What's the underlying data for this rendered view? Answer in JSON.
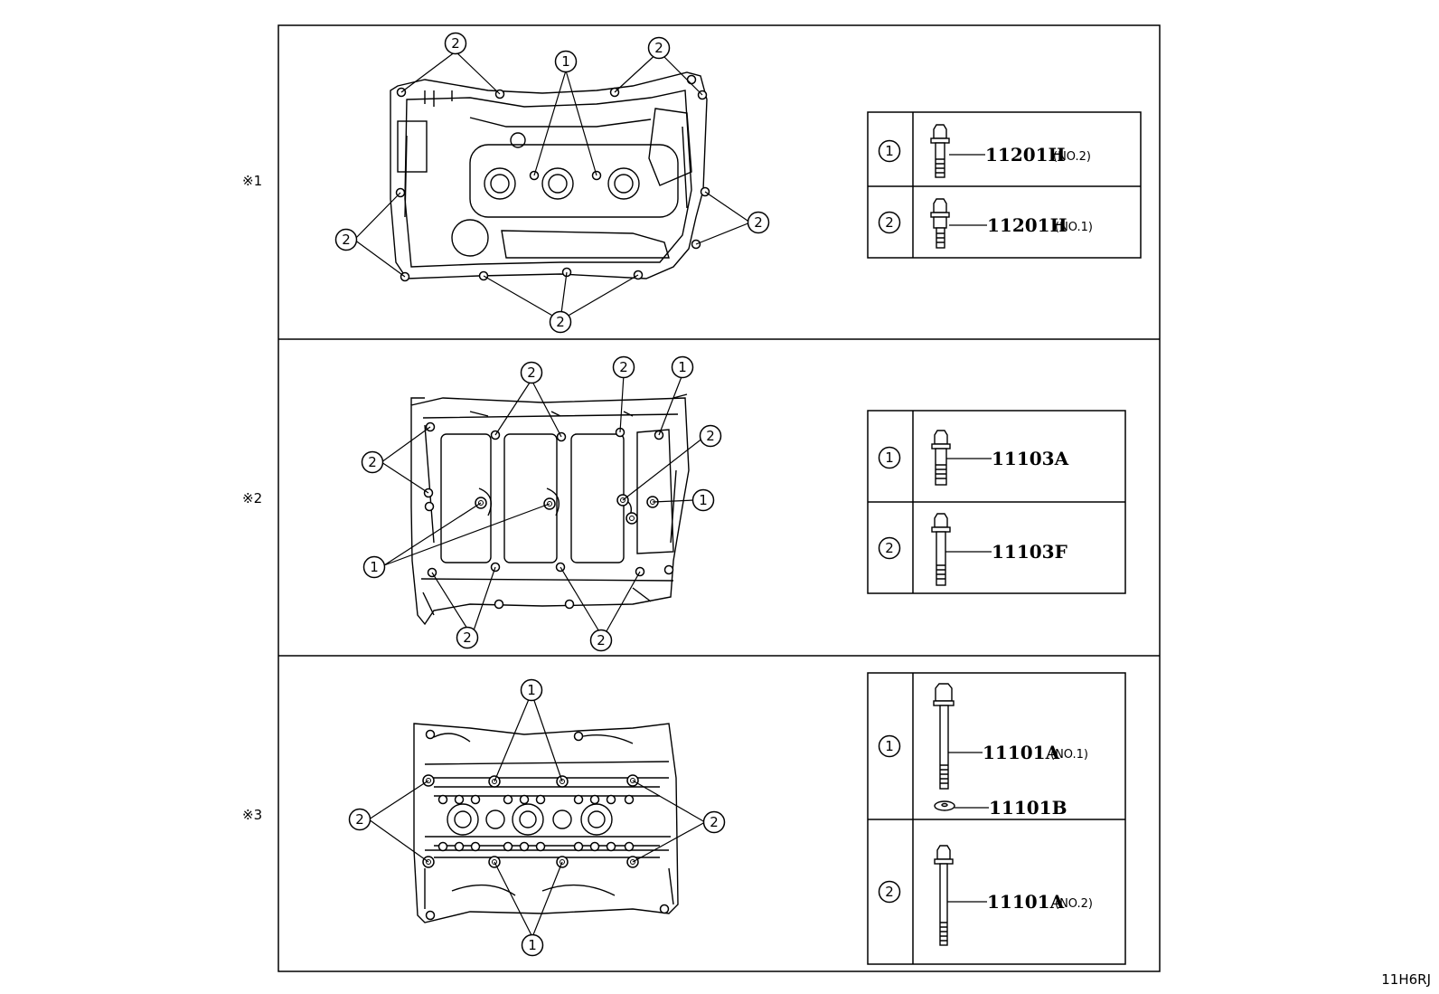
{
  "figure_code": "11H6RJ",
  "sections": [
    {
      "marker": "※1",
      "callout_label_1": "1",
      "callout_label_2": "2",
      "bolts": [
        {
          "index": "1",
          "part": "11201H",
          "suffix": "(NO.2)"
        },
        {
          "index": "2",
          "part": "11201H",
          "suffix": "(NO.1)"
        }
      ]
    },
    {
      "marker": "※2",
      "callout_label_1": "1",
      "callout_label_2": "2",
      "bolts": [
        {
          "index": "1",
          "part": "11103A",
          "suffix": ""
        },
        {
          "index": "2",
          "part": "11103F",
          "suffix": ""
        }
      ]
    },
    {
      "marker": "※3",
      "callout_label_1": "1",
      "callout_label_2": "2",
      "bolts": [
        {
          "index": "1",
          "part": "11101A",
          "suffix": "(NO.1)",
          "washer_part": "11101B"
        },
        {
          "index": "2",
          "part": "11101A",
          "suffix": "(NO.2)"
        }
      ]
    }
  ]
}
